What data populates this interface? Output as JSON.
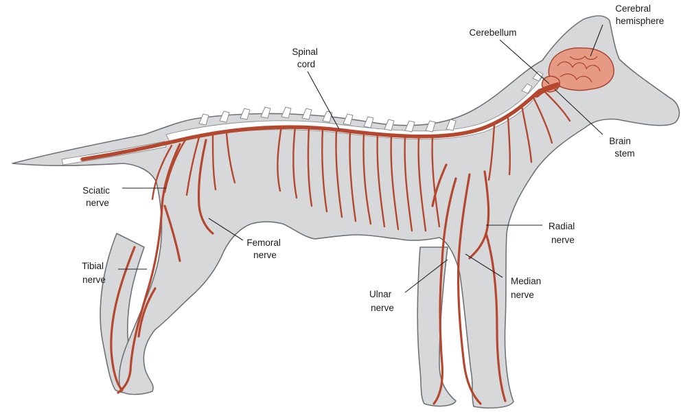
{
  "labels": {
    "cerebral_hemisphere": [
      "Cerebral",
      "hemisphere"
    ],
    "cerebellum": [
      "Cerebellum"
    ],
    "spinal_cord": [
      "Spinal",
      "cord"
    ],
    "brain_stem": [
      "Brain",
      "stem"
    ],
    "sciatic_nerve": [
      "Sciatic",
      "nerve"
    ],
    "femoral_nerve": [
      "Femoral",
      "nerve"
    ],
    "radial_nerve": [
      "Radial",
      "nerve"
    ],
    "tibial_nerve": [
      "Tibial",
      "nerve"
    ],
    "median_nerve": [
      "Median",
      "nerve"
    ],
    "ulnar_nerve": [
      "Ulnar",
      "nerve"
    ]
  },
  "colors": {
    "body": "#d6d8da",
    "outline": "#6f7274",
    "nerve": "#b5472f",
    "brain": "#e79a83"
  }
}
